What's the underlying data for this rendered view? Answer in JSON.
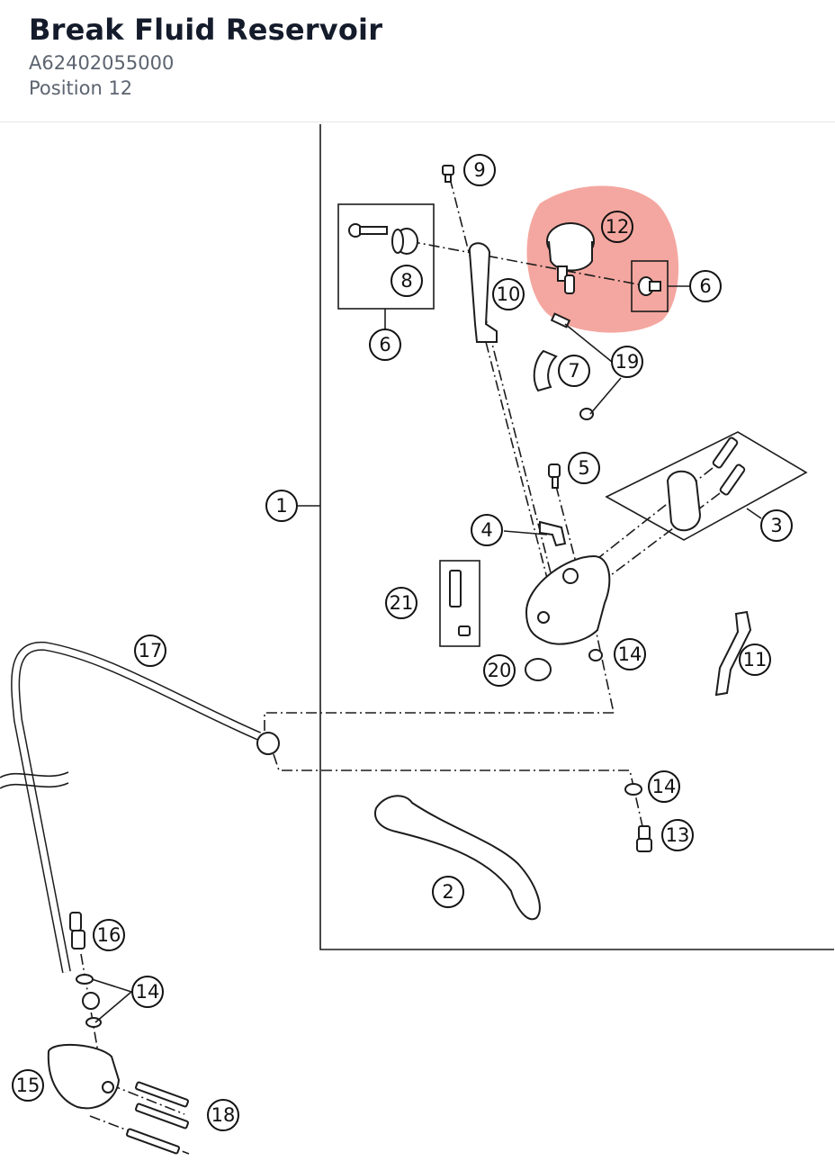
{
  "header": {
    "title": "Break Fluid Reservoir",
    "part_number": "A62402055000",
    "position": "Position 12"
  },
  "diagram": {
    "highlight_color": "#f08a80",
    "callouts": [
      "1",
      "2",
      "3",
      "4",
      "5",
      "6",
      "6",
      "7",
      "8",
      "9",
      "10",
      "11",
      "12",
      "13",
      "14",
      "14",
      "14",
      "15",
      "16",
      "17",
      "18",
      "19",
      "20",
      "21"
    ]
  }
}
